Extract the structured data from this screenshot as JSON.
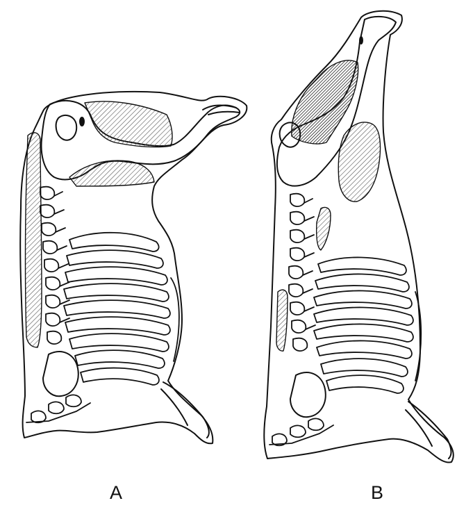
{
  "figure": {
    "panels": [
      {
        "id": "A",
        "label": "A"
      },
      {
        "id": "B",
        "label": "B"
      }
    ]
  },
  "colors": {
    "line": "#111111",
    "background": "#ffffff",
    "hatch_light": "#555555",
    "hatch_dark": "#222222"
  }
}
